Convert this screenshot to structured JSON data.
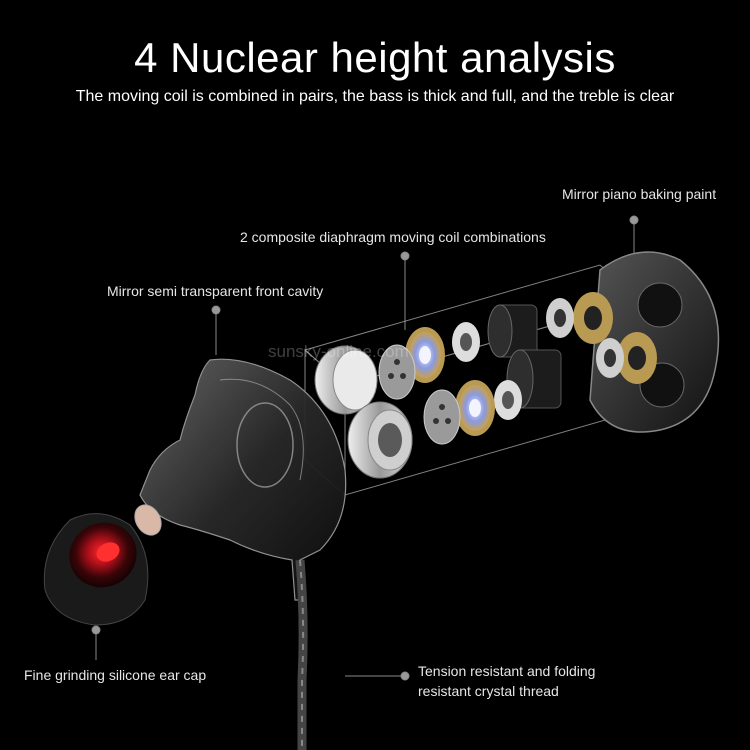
{
  "header": {
    "title": "4 Nuclear height analysis",
    "subtitle": "The moving coil is combined in pairs, the bass is thick and full, and the treble is clear"
  },
  "callouts": {
    "mirror_piano": "Mirror piano baking paint",
    "diaphragm": "2 composite diaphragm moving coil combinations",
    "front_cavity": "Mirror semi transparent front cavity",
    "ear_cap": "Fine grinding silicone ear cap",
    "thread_line1": "Tension resistant and folding",
    "thread_line2": "resistant crystal thread"
  },
  "watermark": "sunsky-online.com",
  "colors": {
    "background": "#000000",
    "text": "#ffffff",
    "ear_cap_red": "#c8101a",
    "gold_ring": "#b89a52",
    "driver_blue": "#8a9ae0"
  }
}
